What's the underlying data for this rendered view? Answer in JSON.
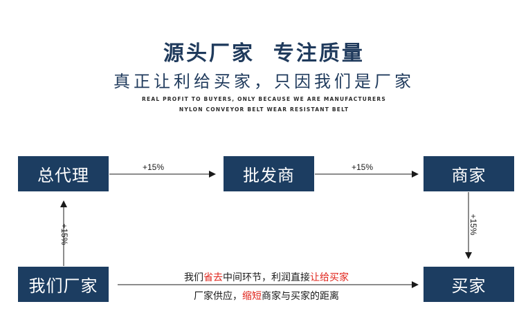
{
  "header": {
    "title": "源头厂家  专注质量",
    "subtitle": "真正让利给买家，只因我们是厂家",
    "english_line1": "REAL PROFIT TO BUYERS, ONLY BECAUSE WE ARE MANUFACTURERS",
    "english_line2": "NYLON CONVEYOR BELT WEAR RESISTANT BELT"
  },
  "nodes": {
    "agent": "总代理",
    "wholesaler": "批发商",
    "merchant": "商家",
    "factory": "我们厂家",
    "buyer": "买家"
  },
  "edges": {
    "factory_to_agent": "+15%",
    "agent_to_wholesaler": "+15%",
    "wholesaler_to_merchant": "+15%",
    "merchant_to_buyer": "+15%"
  },
  "note": {
    "line1_part1": "我们",
    "line1_red1": "省去",
    "line1_part2": "中间环节，利润直接",
    "line1_red2": "让给买家",
    "line2_part1": "厂家供应，",
    "line2_red": "缩短",
    "line2_part2": "商家与买家的距离"
  },
  "colors": {
    "box_bg": "#1c3d61",
    "title": "#1f3a5c",
    "highlight": "#e0241b"
  }
}
